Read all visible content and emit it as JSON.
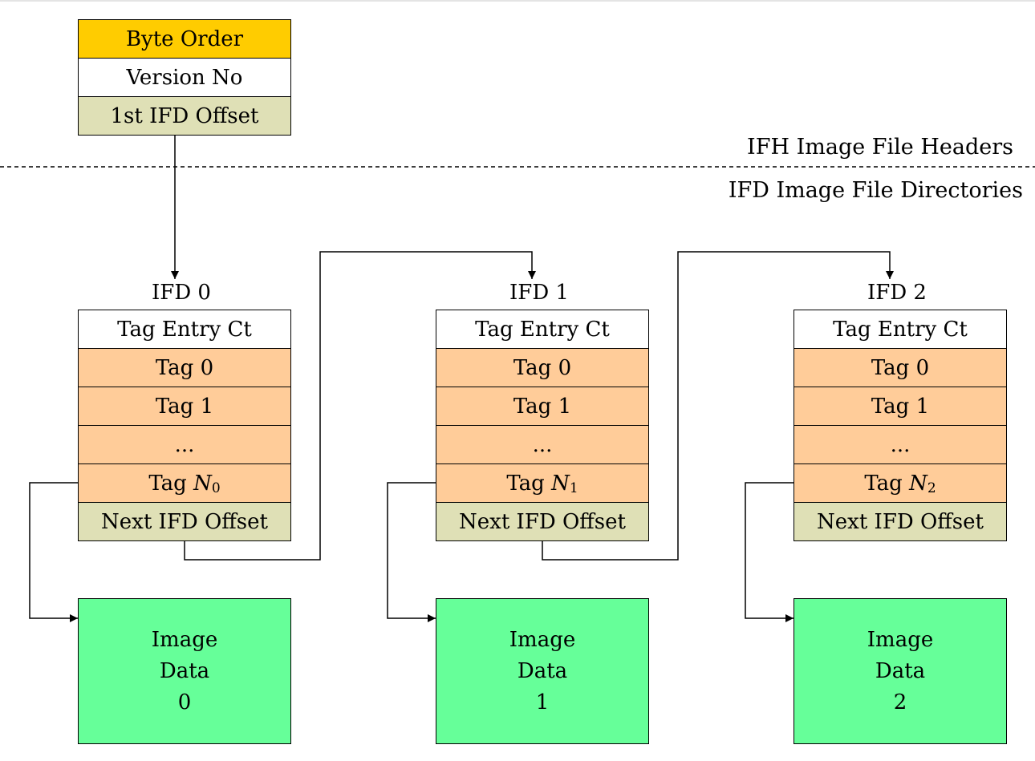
{
  "header": {
    "rows": [
      "Byte Order",
      "Version No",
      "1st IFD Offset"
    ],
    "colors": {
      "byte_order": "#ffcc00",
      "version_no": "#ffffff",
      "first_offset": "#dfe0b6"
    }
  },
  "sections": {
    "ifh_label": "IFH Image File Headers",
    "ifd_label": "IFD Image File Directories"
  },
  "ifds": [
    {
      "title": "IFD 0",
      "rows": {
        "count": "Tag Entry Ct",
        "tag0": "Tag 0",
        "tag1": "Tag 1",
        "ellipsis": "...",
        "tagN_prefix": "Tag",
        "tagN_var": "N",
        "tagN_sub": "0",
        "next": "Next IFD Offset"
      },
      "image": {
        "line1": "Image",
        "line2": "Data",
        "line3": "0"
      }
    },
    {
      "title": "IFD 1",
      "rows": {
        "count": "Tag Entry Ct",
        "tag0": "Tag 0",
        "tag1": "Tag 1",
        "ellipsis": "...",
        "tagN_prefix": "Tag",
        "tagN_var": "N",
        "tagN_sub": "1",
        "next": "Next IFD Offset"
      },
      "image": {
        "line1": "Image",
        "line2": "Data",
        "line3": "1"
      }
    },
    {
      "title": "IFD 2",
      "rows": {
        "count": "Tag Entry Ct",
        "tag0": "Tag 0",
        "tag1": "Tag 1",
        "ellipsis": "...",
        "tagN_prefix": "Tag",
        "tagN_var": "N",
        "tagN_sub": "2",
        "next": "Next IFD Offset"
      },
      "image": {
        "line1": "Image",
        "line2": "Data",
        "line3": "2"
      }
    }
  ],
  "palette": {
    "tag": "#ffcc99",
    "offset": "#dfe0b6",
    "image": "#66ff99",
    "white": "#ffffff"
  }
}
